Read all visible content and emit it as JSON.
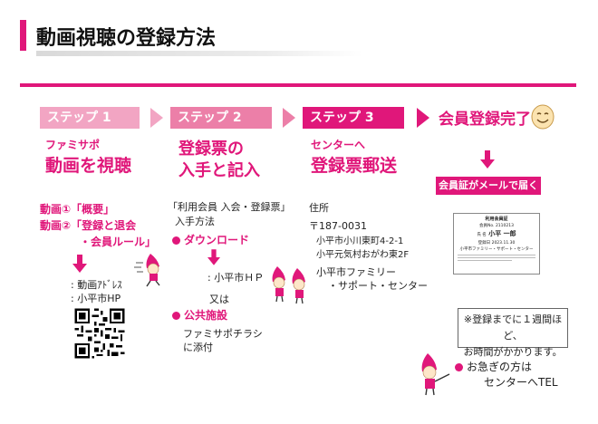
{
  "page_title": "動画視聴の登録方法",
  "colors": {
    "accent": "#e0177a",
    "step1": "#f2a5c3",
    "step2": "#ec7fa8",
    "step3": "#e0177a"
  },
  "steps": [
    {
      "label": "ステップ 1",
      "heading_line1": "ファミサポ",
      "heading_line2": "動画を視聴"
    },
    {
      "label": "ステップ 2",
      "heading_line1": "登録票の",
      "heading_line2": "入手と記入"
    },
    {
      "label": "ステップ 3",
      "heading_line1": "センターへ",
      "heading_line2": "登録票郵送"
    }
  ],
  "complete": {
    "label": "会員登録完了",
    "badge": "会員証がメールで届く"
  },
  "step1": {
    "video1_prefix": "動画①",
    "video1": "「概要」",
    "video2_prefix": "動画②",
    "video2_a": "「登録と退会",
    "video2_b": "・会員ルール」",
    "address_line": ": 動画ｱﾄﾞﾚｽ",
    "site_line": ": 小平市HP"
  },
  "step2": {
    "intro_a": "「利用会員 入会・登録票」",
    "intro_b": "入手方法",
    "download_label": "ダウンロード",
    "download_source": ": 小平市ＨＰ",
    "or": "又は",
    "facility_label": "公共施設",
    "facility_a": "ファミサポチラシ",
    "facility_b": "に添付"
  },
  "step3": {
    "address_label": "住所",
    "postal": "〒187-0031",
    "addr1": "小平市小川東町4-2-1",
    "addr2": "小平元気村おがわ東2F",
    "center_a": "小平市ファミリー",
    "center_b": "・サポート・センター"
  },
  "card": {
    "title": "利用会員証",
    "member_no_label": "会員No.",
    "member_no": "2110213",
    "name_label": "氏 名",
    "name": "小平 一郎",
    "date_label": "登録日",
    "date": "2023.11.30",
    "org": "小平市ファミリー・サポート・センター"
  },
  "note": {
    "line1": "※登録までに１週間ほど、",
    "line2": "お時間がかかります。"
  },
  "urgent": {
    "line1": "お急ぎの方は",
    "line2": "センターへTEL"
  }
}
